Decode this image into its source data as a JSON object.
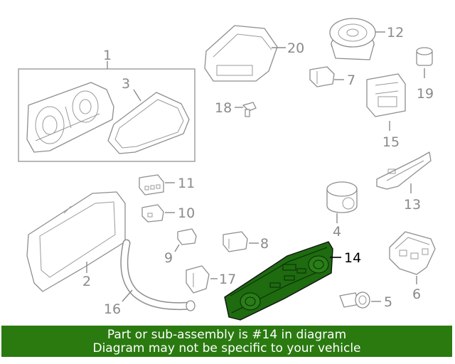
{
  "diagram": {
    "labels": {
      "p1": "1",
      "p2": "2",
      "p3": "3",
      "p4": "4",
      "p5": "5",
      "p6": "6",
      "p7": "7",
      "p8": "8",
      "p9": "9",
      "p10": "10",
      "p11": "11",
      "p12": "12",
      "p13": "13",
      "p14": "14",
      "p15": "15",
      "p16": "16",
      "p17": "17",
      "p18": "18",
      "p19": "19",
      "p20": "20"
    },
    "highlight_part": "14",
    "colors": {
      "highlight_fill": "#1e6b10",
      "line": "#8e8e8e",
      "label": "#8a8a8a",
      "banner_bg": "#2a7a10",
      "banner_text": "#ffffff"
    }
  },
  "banner": {
    "line1": "Part or sub-assembly is #14 in diagram",
    "line2": "Diagram may not be specific to your vehicle"
  }
}
